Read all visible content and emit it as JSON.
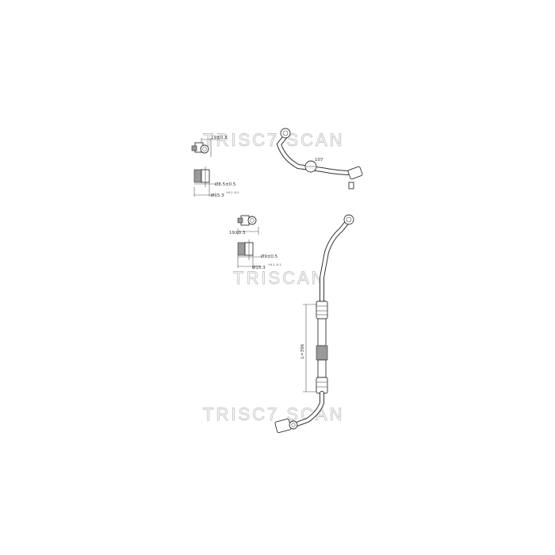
{
  "watermark": {
    "brand": "TRISCAN",
    "brand_numbered": "TRISC7  SCAN"
  },
  "upper_detail": {
    "width_dim": "19±0.3",
    "inner_dia": "Ø8.5±0.5",
    "outer_dia": "Ø15.3",
    "outer_tol": "+0.1 -0.1"
  },
  "middle_detail": {
    "width_dim": "19±0.3",
    "inner_dia": "Ø9±0.5",
    "outer_dia": "Ø15.3",
    "outer_tol": "+0.1 -0.1"
  },
  "upper_pipe_label": "107",
  "hose_length_label": "L=396"
}
